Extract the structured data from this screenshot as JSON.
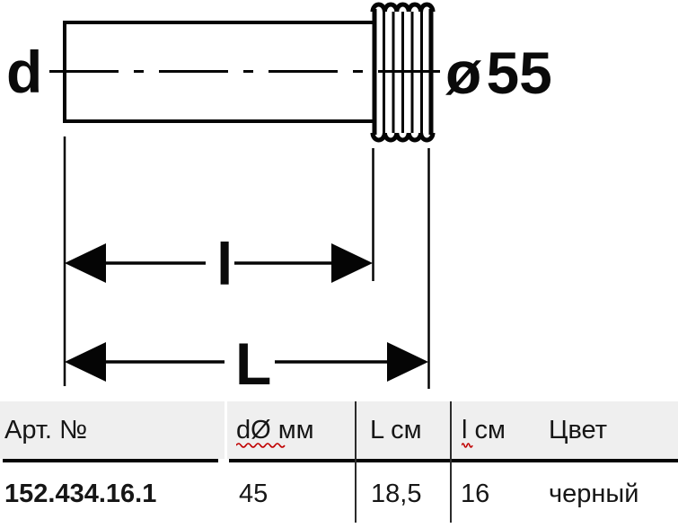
{
  "diagram": {
    "labels": {
      "pipe_diameter": "d",
      "flange_diameter": "ø 55",
      "insertion_length": "l",
      "overall_length": "L"
    }
  },
  "table": {
    "headers": [
      "Арт. №",
      "dØ мм",
      "L см",
      "l см",
      "Цвет"
    ],
    "row": [
      "152.434.16.1",
      "45",
      "18,5",
      "16",
      "черный"
    ]
  },
  "colors": {
    "spellcheck_underline": "#c00000",
    "header_background": "#efefef",
    "drawing_line": "#000000"
  }
}
